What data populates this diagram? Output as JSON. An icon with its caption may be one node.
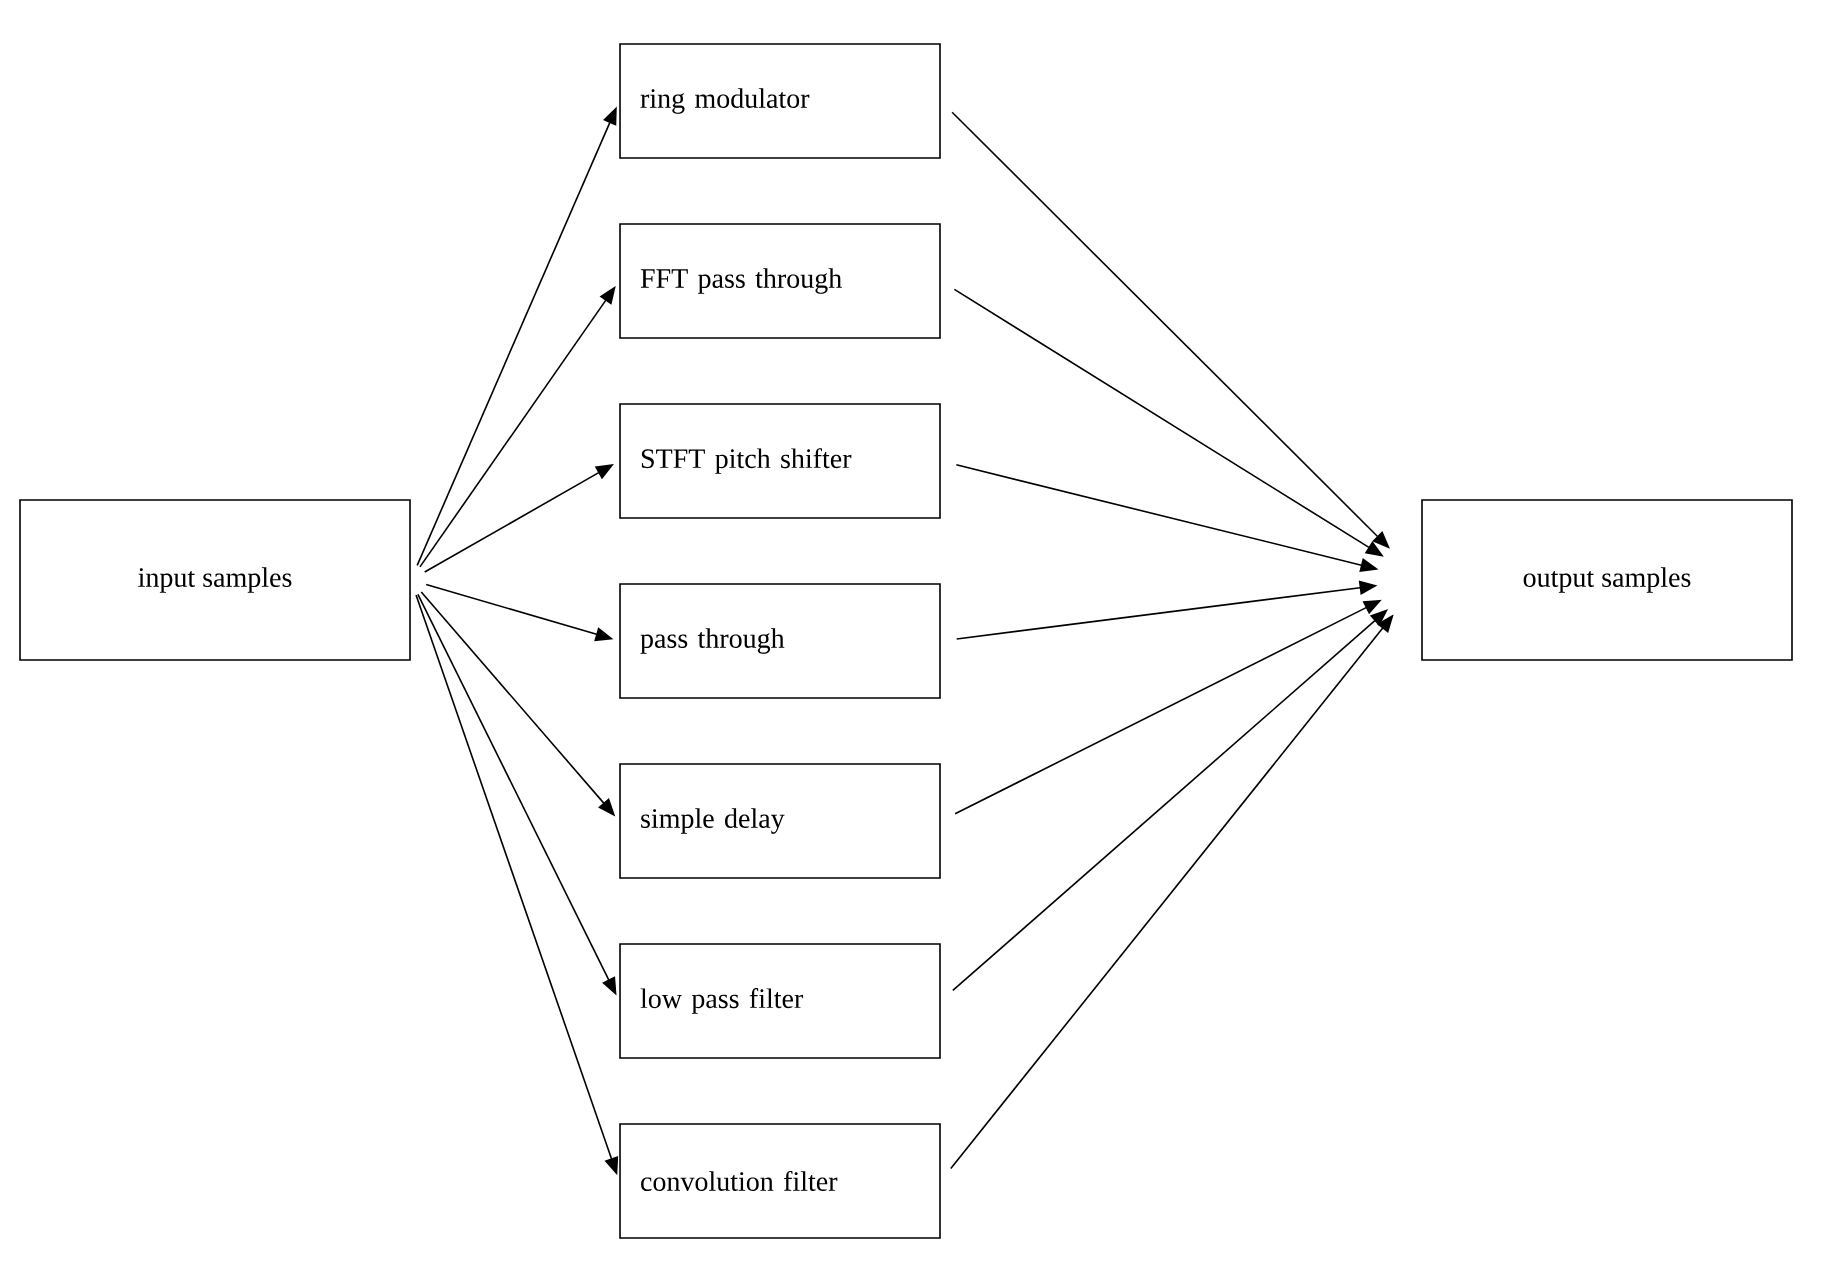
{
  "diagram": {
    "nodes": [
      {
        "text": [
          "input samples"
        ]
      },
      {
        "text": [
          "ring modulator"
        ]
      },
      {
        "text": [
          "FFT pass through"
        ]
      },
      {
        "text": [
          "STFT pitch shifter"
        ]
      },
      {
        "text": [
          "pass through"
        ]
      },
      {
        "text": [
          "simple delay"
        ]
      },
      {
        "text": [
          "low pass filter"
        ]
      },
      {
        "text": [
          "convolution filter"
        ]
      },
      {
        "text": [
          "output  samples"
        ]
      }
    ],
    "edges": [
      {
        "from": 0,
        "to": 1,
        "arrow": "to"
      },
      {
        "from": 0,
        "to": 2,
        "arrow": "to"
      },
      {
        "from": 0,
        "to": 3,
        "arrow": "to"
      },
      {
        "from": 0,
        "to": 4,
        "arrow": "to"
      },
      {
        "from": 0,
        "to": 5,
        "arrow": "to"
      },
      {
        "from": 0,
        "to": 6,
        "arrow": "to"
      },
      {
        "from": 0,
        "to": 7,
        "arrow": "to"
      },
      {
        "from": 1,
        "to": 8,
        "arrow": "to"
      },
      {
        "from": 2,
        "to": 8,
        "arrow": "to"
      },
      {
        "from": 3,
        "to": 8,
        "arrow": "to"
      },
      {
        "from": 4,
        "to": 8,
        "arrow": "to"
      },
      {
        "from": 5,
        "to": 8,
        "arrow": "to"
      },
      {
        "from": 6,
        "to": 8,
        "arrow": "to"
      },
      {
        "from": 7,
        "to": 8,
        "arrow": "to"
      }
    ]
  }
}
